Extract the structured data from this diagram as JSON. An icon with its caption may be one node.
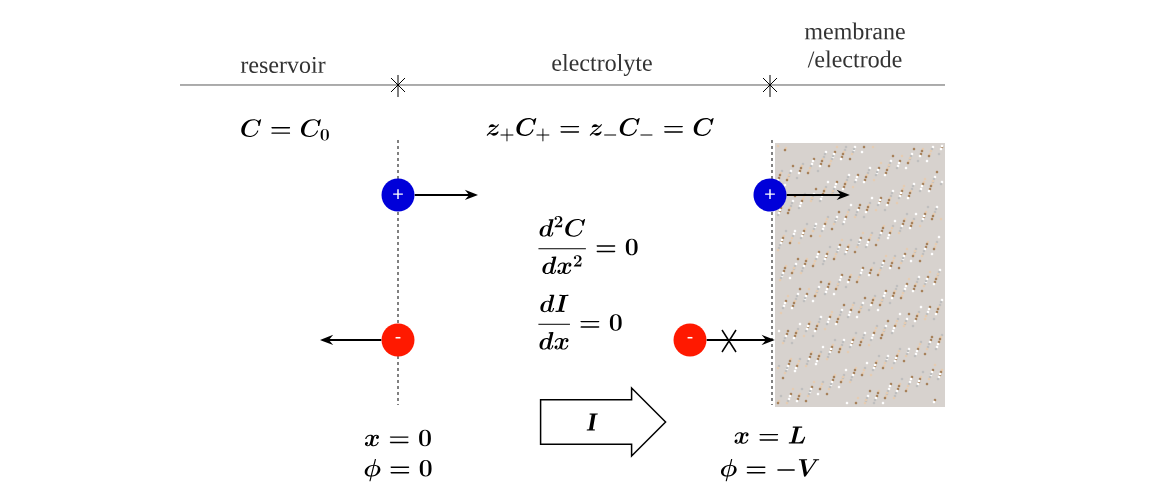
{
  "diagram": {
    "nodes": [
      {
        "text": [
          "+"
        ]
      },
      {
        "text": [
          "-"
        ]
      },
      {
        "text": [
          "+"
        ]
      },
      {
        "text": [
          "-"
        ]
      },
      {
        "text": [],
        "shape": "box"
      },
      {
        "text": [
          "I"
        ]
      }
    ],
    "edges": [
      {
        "from": 0,
        "to": null,
        "arrow": "to"
      },
      {
        "from": 1,
        "to": null,
        "arrow": "to"
      },
      {
        "from": 2,
        "to": 4,
        "arrow": "to"
      },
      {
        "from": 3,
        "to": 4,
        "arrow": "to"
      }
    ],
    "labels": [
      "reservoir",
      "electrolyte",
      "membrane /electrode",
      "C=C_0",
      "z_+C_+=z_-C_-=C",
      "\\frac{d^2C}{dx^2}=0",
      "\\frac{dI}{dx}=0",
      "x=0",
      "\\phi=0",
      "x=L",
      "\\phi=-V"
    ]
  }
}
